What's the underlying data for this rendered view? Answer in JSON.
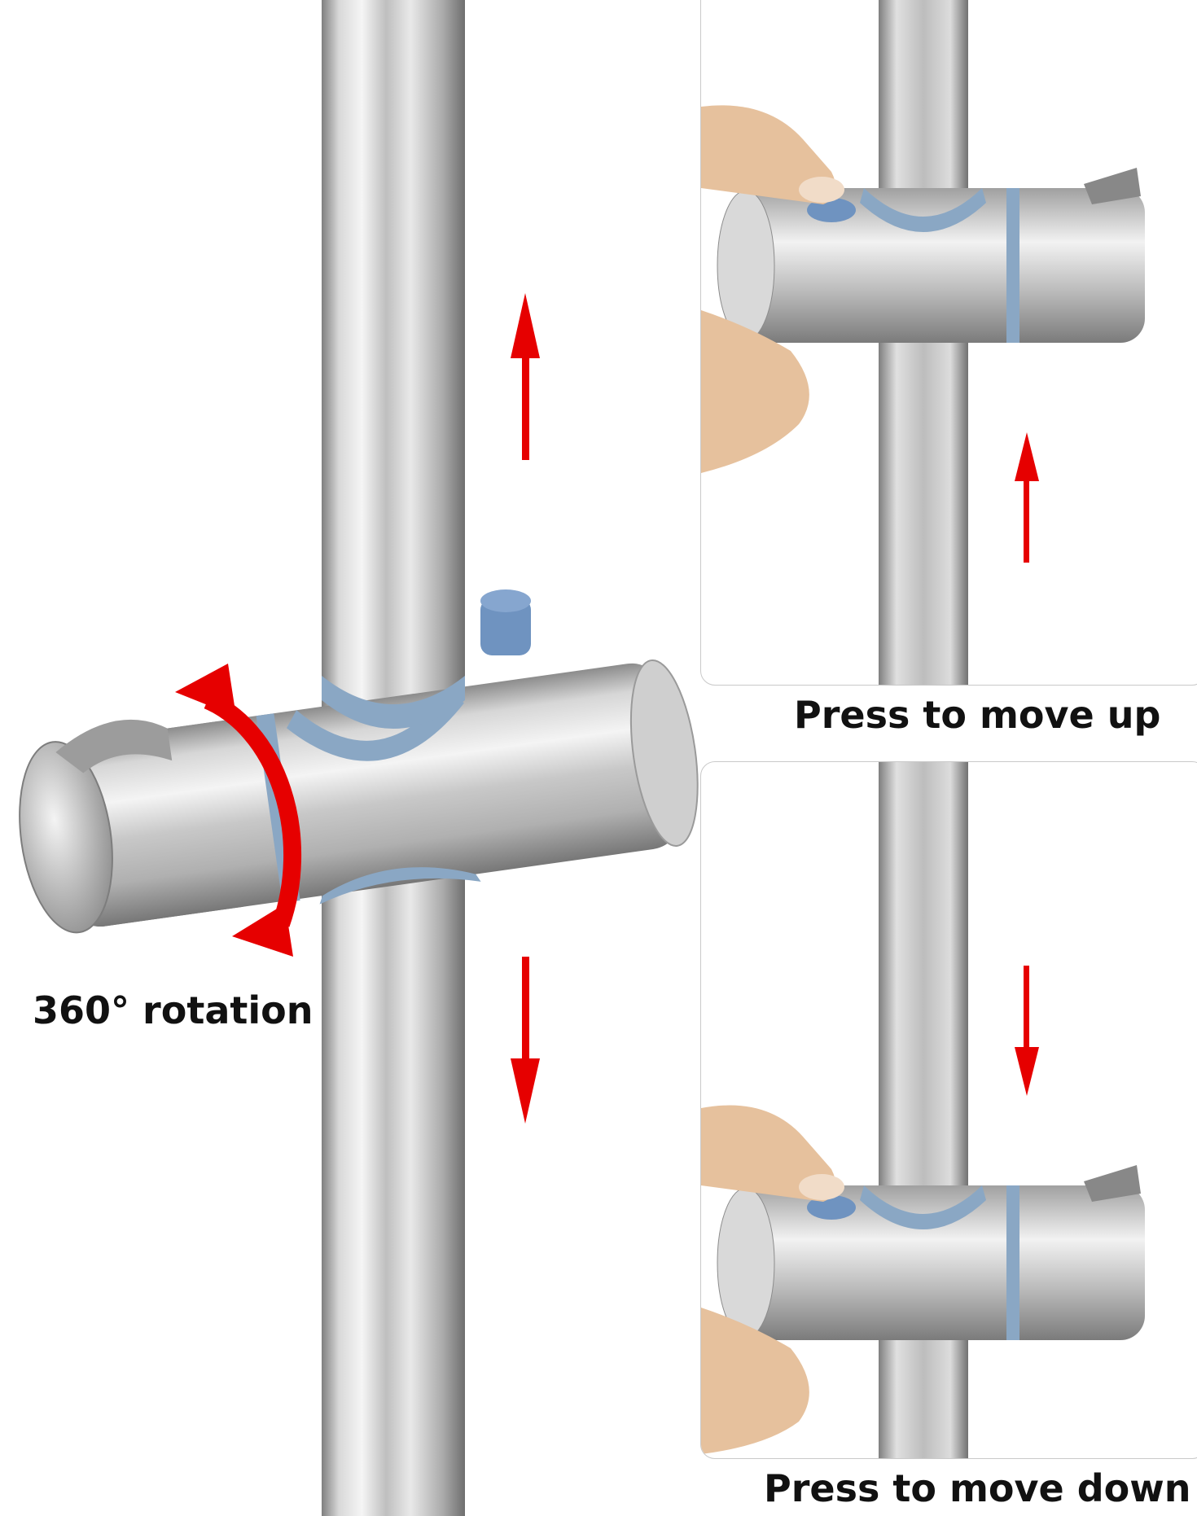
{
  "main": {
    "rotation_label": "360° rotation"
  },
  "panels": [
    {
      "caption": "Press to move up",
      "direction": "up"
    },
    {
      "caption": "Press to move down",
      "direction": "down"
    }
  ],
  "colors": {
    "arrow_red": "#e60000",
    "button_blue": "#6f93c0",
    "seal_blue": "#8aa7c4",
    "steel_light": "#f2f2f2",
    "steel_dark": "#8a8a8a",
    "skin": "#e7c39f"
  }
}
